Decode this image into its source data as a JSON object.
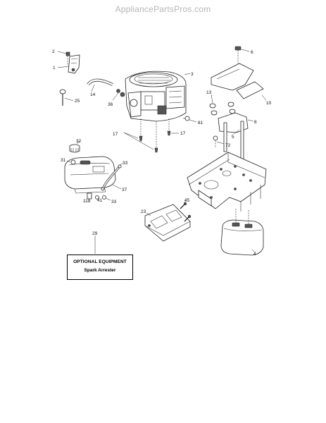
{
  "watermark": "AppliancePartsPros.com",
  "callouts": {
    "c1": "1",
    "c2": "2",
    "c3": "3",
    "c4": "4",
    "c5": "5",
    "c6": "6",
    "c8": "8",
    "c10": "10",
    "c13": "13",
    "c14": "14",
    "c17a": "17",
    "c17b": "17",
    "c23": "23",
    "c25": "25",
    "c29": "29",
    "c31": "31",
    "c32": "32",
    "c33a": "33",
    "c33b": "33",
    "c36": "36",
    "c37": "37",
    "c41": "41",
    "c45": "45",
    "c72": "72",
    "c81": "81",
    "c118": "118"
  },
  "optional_box": {
    "title": "OPTIONAL EQUIPMENT",
    "subtitle": "Spark Arrester"
  }
}
